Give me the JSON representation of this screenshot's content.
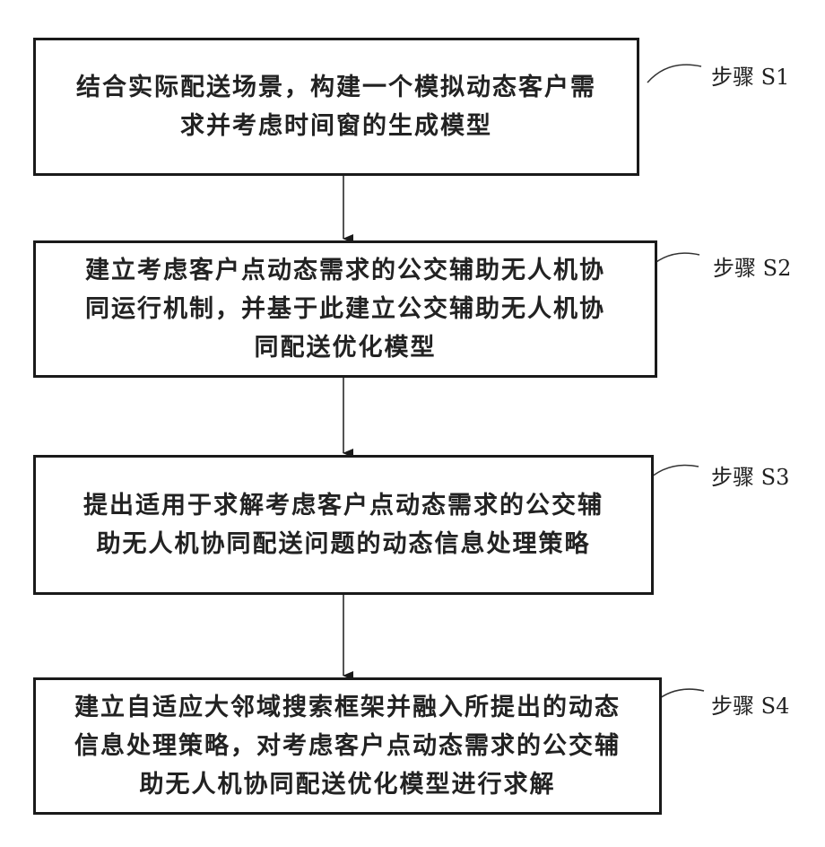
{
  "steps": [
    {
      "label": "步骤 S1",
      "lines": [
        "结合实际配送场景，构建一个模拟动态客户需",
        "求并考虑时间窗的生成模型"
      ]
    },
    {
      "label": "步骤 S2",
      "lines": [
        "建立考虑客户点动态需求的公交辅助无人机协",
        "同运行机制，并基于此建立公交辅助无人机协",
        "同配送优化模型"
      ]
    },
    {
      "label": "步骤 S3",
      "lines": [
        "提出适用于求解考虑客户点动态需求的公交辅",
        "助无人机协同配送问题的动态信息处理策略"
      ]
    },
    {
      "label": "步骤 S4",
      "lines": [
        "建立自适应大邻域搜索框架并融入所提出的动态",
        "信息处理策略，对考虑客户点动态需求的公交辅",
        "助无人机协同配送优化模型进行求解"
      ]
    }
  ],
  "colors": {
    "stroke": "#1a1a1a",
    "background": "#ffffff"
  }
}
